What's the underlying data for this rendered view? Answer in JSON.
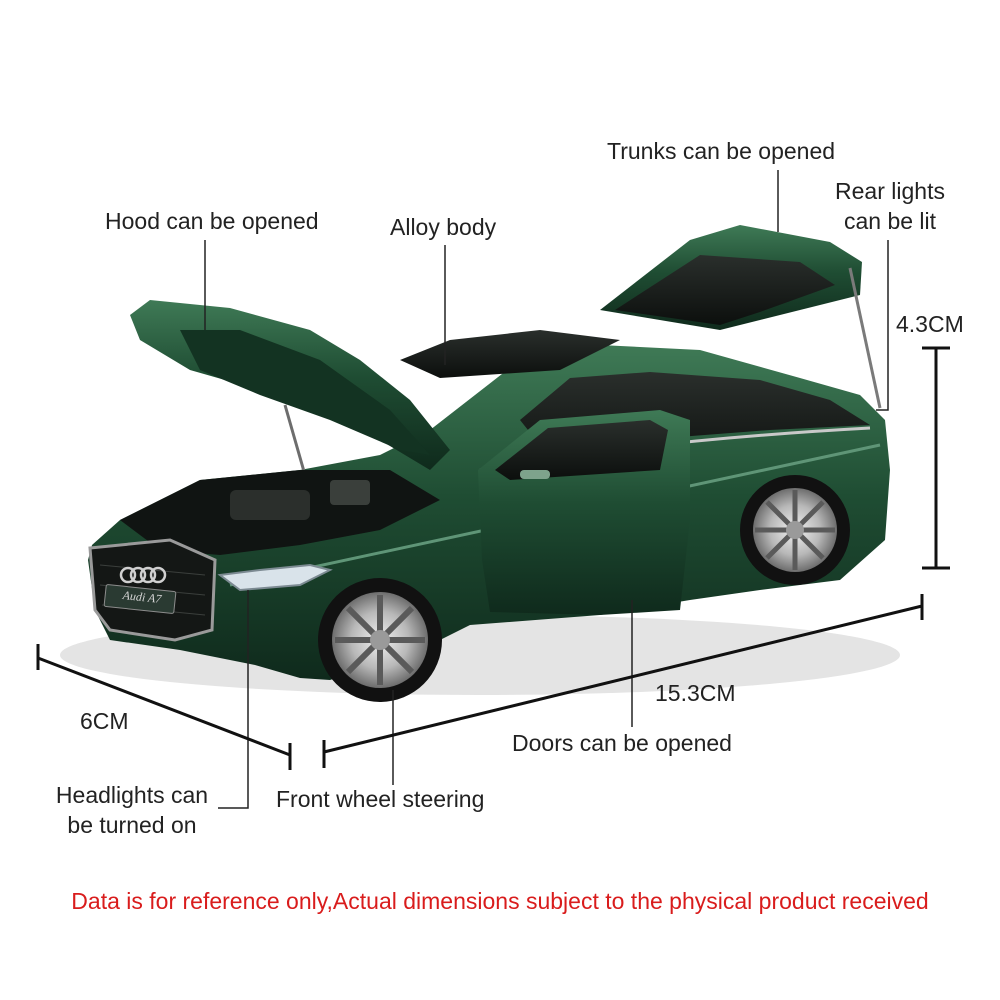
{
  "product": {
    "badge_text": "Audi A7",
    "body_color": "#1d4a30"
  },
  "callouts": {
    "hood": "Hood can be opened",
    "alloy": "Alloy body",
    "trunk": "Trunks can be opened",
    "rear_lights_line1": "Rear lights",
    "rear_lights_line2": "can be lit",
    "doors": "Doors can be opened",
    "headlights_line1": "Headlights can",
    "headlights_line2": "be turned on",
    "front_wheel": "Front wheel steering"
  },
  "dimensions": {
    "height": "4.3CM",
    "length": "15.3CM",
    "width": "6CM"
  },
  "disclaimer": {
    "text": "Data is for reference only,Actual dimensions subject to the physical product received",
    "color": "#d91c1c"
  }
}
